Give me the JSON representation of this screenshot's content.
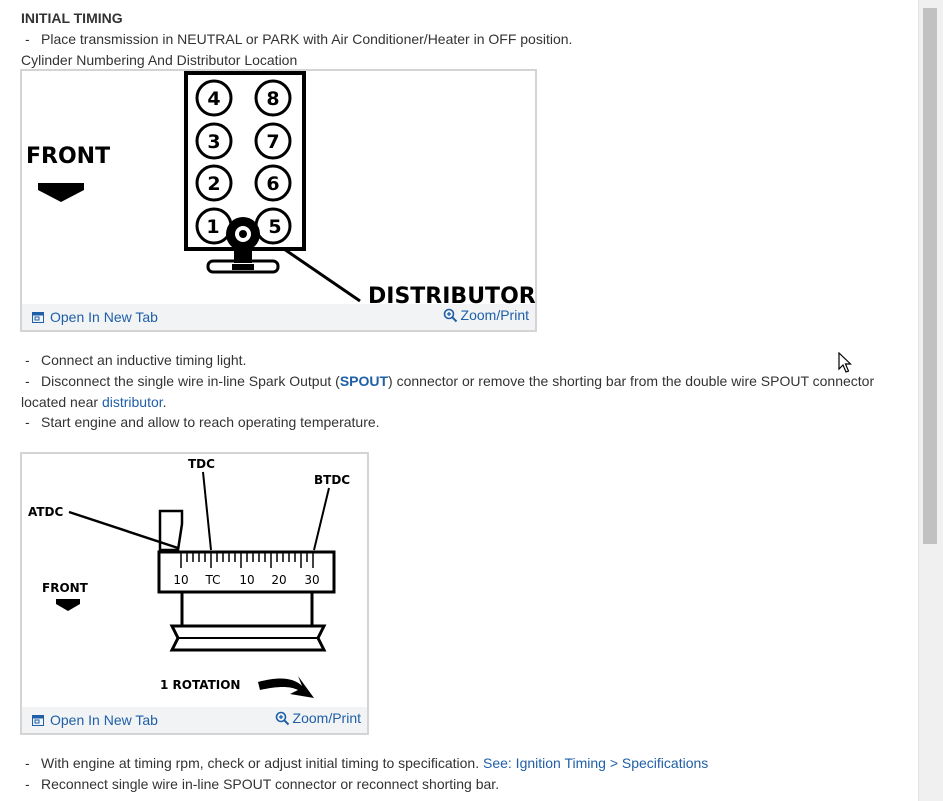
{
  "heading": "INITIAL TIMING",
  "steps_top": [
    "Place transmission in NEUTRAL or PARK with Air Conditioner/Heater in OFF position."
  ],
  "figure1": {
    "caption": "Cylinder Numbering And Distributor Location",
    "labels": {
      "front": "FRONT",
      "distributor": "DISTRIBUTOR",
      "cylinders_left": [
        "4",
        "3",
        "2",
        "1"
      ],
      "cylinders_right": [
        "8",
        "7",
        "6",
        "5"
      ]
    },
    "open_label": "Open In New Tab",
    "zoom_label": "Zoom/Print"
  },
  "steps_mid": {
    "s1": "Connect an inductive timing light.",
    "s2_pre": "Disconnect the single wire in-line Spark Output (",
    "s2_link": "SPOUT",
    "s2_post": ") connector or remove the shorting bar from the double wire SPOUT connector",
    "s2_cont_pre": "located near ",
    "s2_cont_link": "distributor",
    "s2_cont_post": ".",
    "s3": "Start engine and allow to reach operating temperature."
  },
  "figure2": {
    "labels": {
      "tdc": "TDC",
      "btdc": "BTDC",
      "atdc": "ATDC",
      "front": "FRONT",
      "rotation": "1 ROTATION",
      "scale": [
        "10",
        "TC",
        "10",
        "20",
        "30"
      ]
    },
    "open_label": "Open In New Tab",
    "zoom_label": "Zoom/Print"
  },
  "steps_bottom": {
    "s1_pre": "With engine at timing rpm, check or adjust initial timing to specification. ",
    "s1_link": "See: Ignition Timing > Specifications",
    "s2": "Reconnect single wire in-line SPOUT connector or reconnect shorting bar."
  },
  "dash": "-",
  "colors": {
    "link": "#1f5fa8",
    "footer_bg": "#f1f3f5",
    "border": "#d4d4d4"
  }
}
